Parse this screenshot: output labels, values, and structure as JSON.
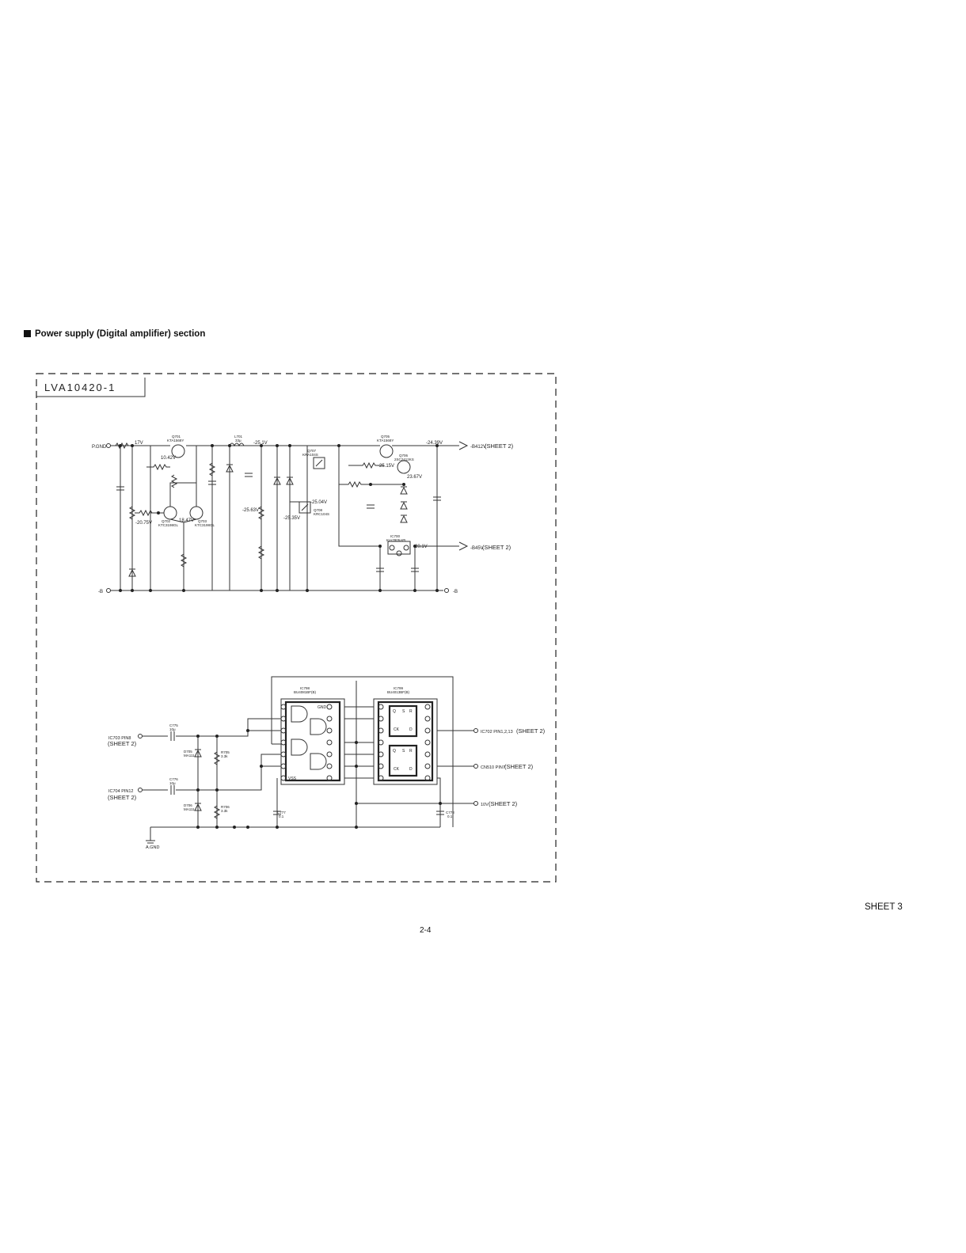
{
  "section_title": "Power supply (Digital amplifier)  section",
  "board_label": "LVA10420-1",
  "sheet_label": "SHEET 3",
  "page_number": "2-4",
  "top": {
    "pgnd": "P.GND",
    "v_in": "17V",
    "minus": "-B",
    "minus_right": "-B",
    "q701": [
      "Q701",
      "KTA1568Y"
    ],
    "q702": [
      "Q702",
      "KTC3198GL"
    ],
    "q703": [
      "Q703",
      "KTC3198GL"
    ],
    "q705": [
      "Q705",
      "KTA1568Y"
    ],
    "q706": [
      "Q706",
      "2SC2412KS"
    ],
    "q707": [
      "Q707",
      "KRA104S"
    ],
    "q708": [
      "Q708",
      "KRC104S"
    ],
    "ic700": [
      "IC700",
      "KIA7805API"
    ],
    "l701": [
      "L701",
      "33μ"
    ],
    "v_q701": "10.42V",
    "v_q702": "-20.75V",
    "v_mid1": "18.47V",
    "v_node": "-25.1V",
    "v_mid2": "-25.63V",
    "v_q707": "-25.04V",
    "v_q708": "-25.35V",
    "v_q705": "-25.15V",
    "v_q706": "23.67V",
    "v_out1": "-24.39V",
    "v_ic700": "-20.1V",
    "out1_label": "-B412V",
    "out2_label": "-B45V",
    "sheet2": "(SHEET 2)"
  },
  "bottom": {
    "in1": [
      "IC703 PIN8",
      "(SHEET 2)"
    ],
    "in2": [
      "IC704 PIN12",
      "(SHEET 2)"
    ],
    "out1": [
      "IC702 PIN1,2,13",
      "(SHEET 2)"
    ],
    "out2": [
      "CN510 PIN7",
      "(SHEET 2)"
    ],
    "out3": [
      "10V",
      "(SHEET 2)"
    ],
    "agnd": "A.GND",
    "ic798": [
      "IC798",
      "BU4081BF(B)"
    ],
    "ic799": [
      "IC799",
      "BU4013BF(B)"
    ],
    "c775": [
      "C775",
      "10μ"
    ],
    "c776": [
      "C776",
      "10μ"
    ],
    "c777": [
      "C777",
      "0.1"
    ],
    "c778": [
      "C778",
      "0.1"
    ],
    "d705": [
      "D705",
      "MA111"
    ],
    "d706": [
      "D706",
      "MA111"
    ],
    "r705": [
      "R705",
      "3.3k"
    ],
    "r706": [
      "R706",
      "3.3k"
    ],
    "gnd": "GND",
    "vss": "VSS",
    "ff_q": "Q",
    "ff_ck": "CK",
    "ff_d": "D",
    "ff_r": "R",
    "ff_s": "S"
  }
}
